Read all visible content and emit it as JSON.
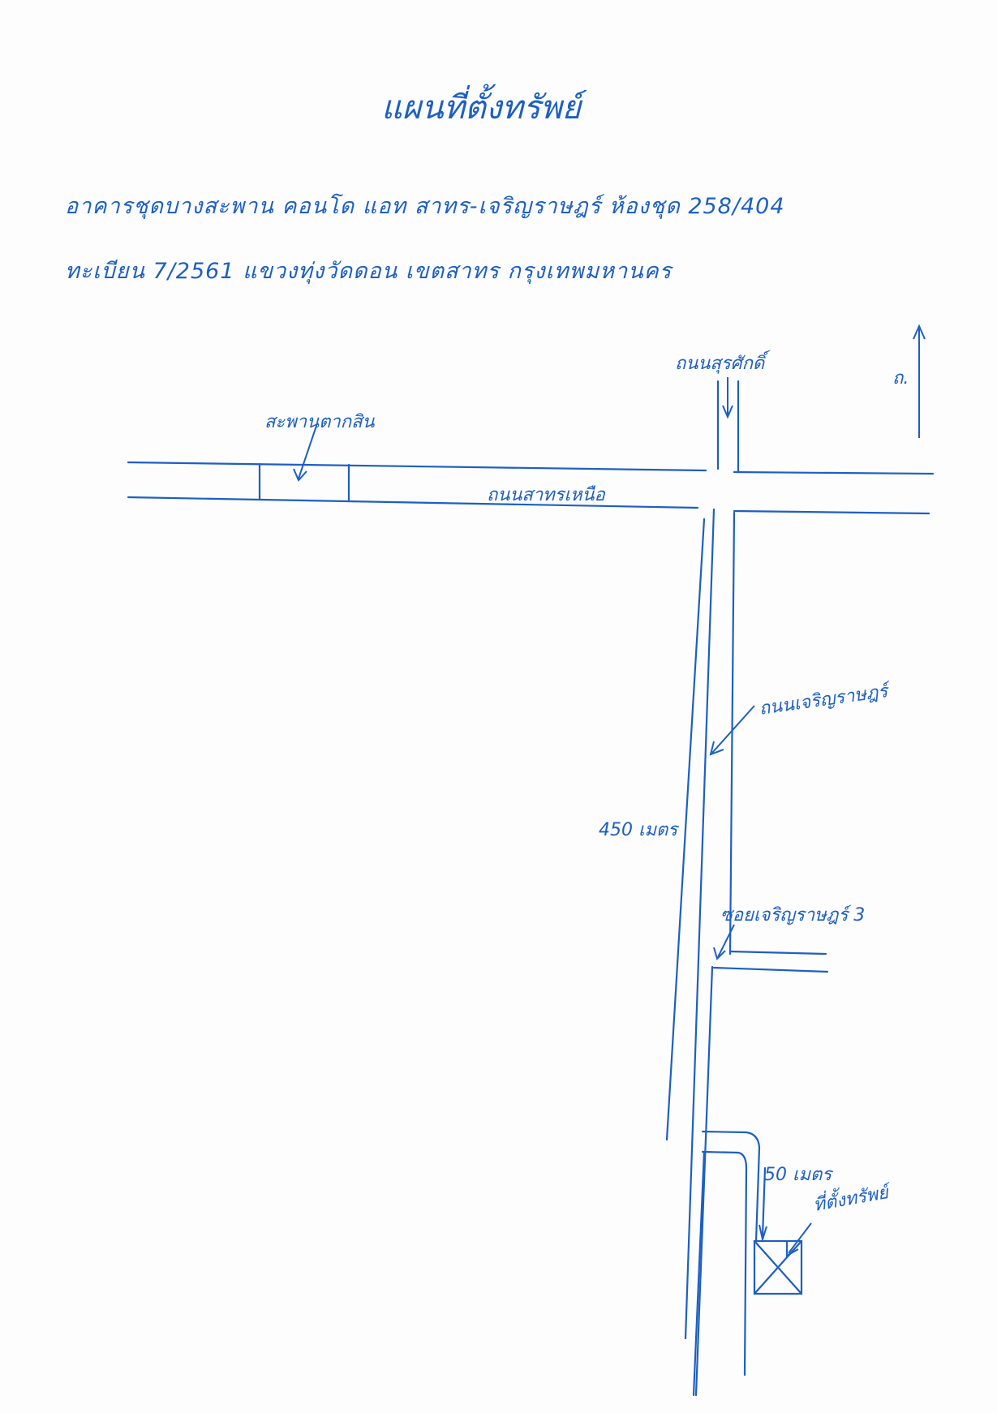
{
  "map": {
    "title": "แผนที่ตั้งทรัพย์",
    "header_line1": "อาคารชุดบางสะพาน คอนโด แอท สาทร-เจริญราษฎร์ ห้องชุด 258/404",
    "header_line2": "ทะเบียน 7/2561 แขวงทุ่งวัดดอน เขตสาทร กรุงเทพมหานคร",
    "north_label": "ถ.",
    "labels": {
      "taksin_bridge": "สะพานตากสิน",
      "road_sathorn_north": "ถนนสาทรเหนือ",
      "road_surasak": "ถนนสุรศักดิ์",
      "road_charoenrat": "ถนนเจริญราษฎร์",
      "distance_450": "450 เมตร",
      "soi_charoenrat_3": "ซอยเจริญราษฎร์ 3",
      "distance_50": "50 เมตร",
      "property_location": "ที่ตั้งทรัพย์"
    },
    "colors": {
      "ink": "#1d5fc4",
      "paper": "#fdfdfe"
    },
    "icons": [
      "north-arrow-icon",
      "property-box-icon"
    ]
  }
}
